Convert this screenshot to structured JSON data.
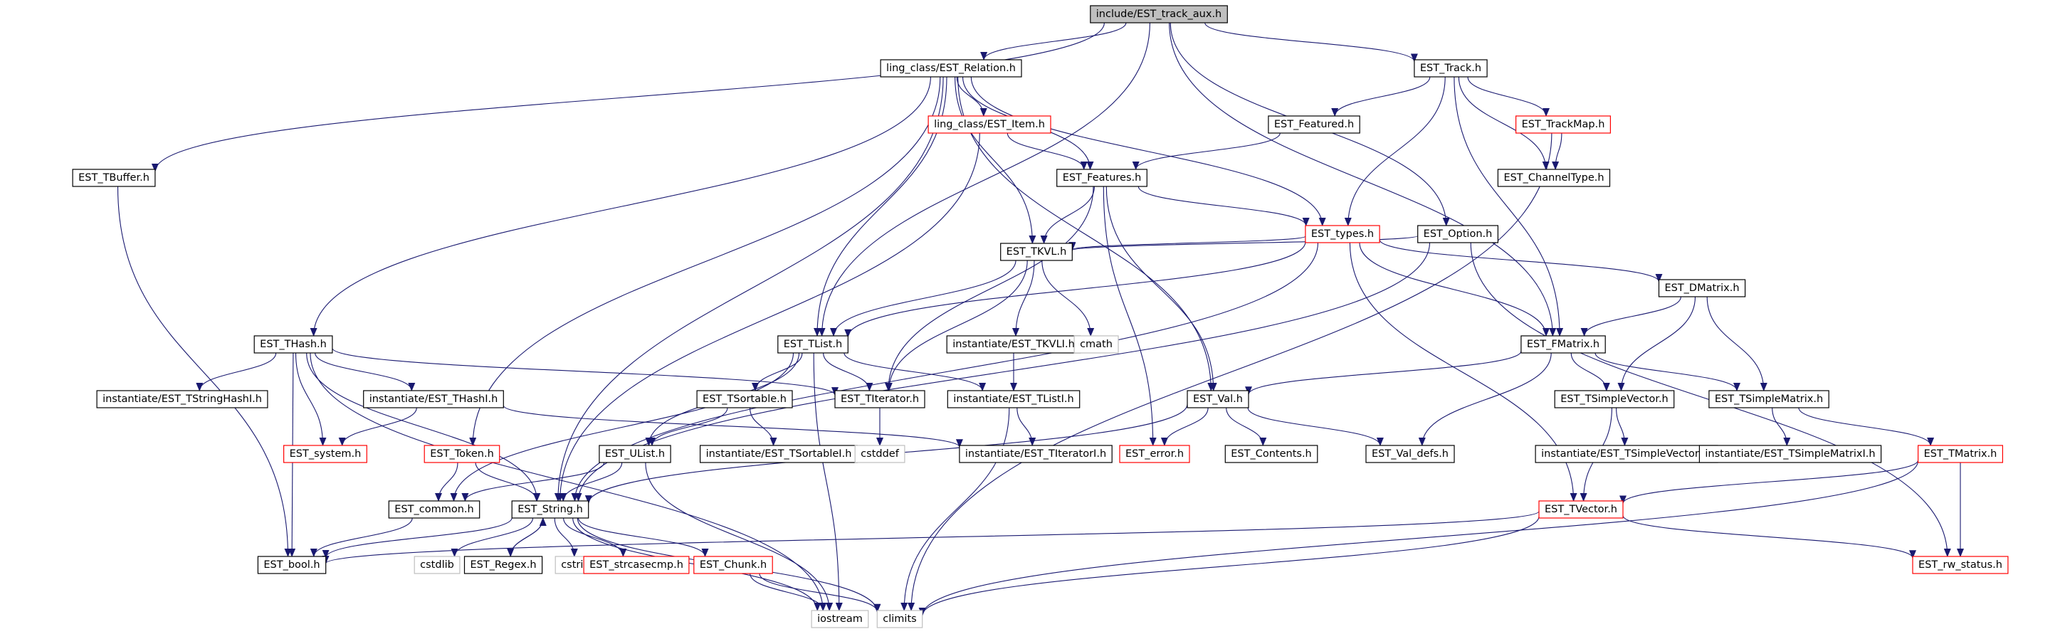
{
  "diagram": {
    "type": "include-dependency-graph",
    "colors": {
      "edge": "#191970",
      "border_documented": "#000000",
      "border_truncated": "#ff0000",
      "border_external": "#bfbfbf",
      "fill_root": "#bfbfbf",
      "fill_node": "#ffffff",
      "text_external": "#7f7f7f"
    },
    "nodes": [
      {
        "id": "root",
        "label": "include/EST_track_aux.h",
        "style": "root"
      },
      {
        "id": "relation",
        "label": "ling_class/EST_Relation.h",
        "style": "normal"
      },
      {
        "id": "track",
        "label": "EST_Track.h",
        "style": "normal"
      },
      {
        "id": "tbuffer",
        "label": "EST_TBuffer.h",
        "style": "normal"
      },
      {
        "id": "item",
        "label": "ling_class/EST_Item.h",
        "style": "red"
      },
      {
        "id": "featured",
        "label": "EST_Featured.h",
        "style": "normal"
      },
      {
        "id": "trackmap",
        "label": "EST_TrackMap.h",
        "style": "red"
      },
      {
        "id": "channeltype",
        "label": "EST_ChannelType.h",
        "style": "normal"
      },
      {
        "id": "features",
        "label": "EST_Features.h",
        "style": "normal"
      },
      {
        "id": "types",
        "label": "EST_types.h",
        "style": "red"
      },
      {
        "id": "option",
        "label": "EST_Option.h",
        "style": "normal"
      },
      {
        "id": "tkvl",
        "label": "EST_TKVL.h",
        "style": "normal"
      },
      {
        "id": "dmatrix",
        "label": "EST_DMatrix.h",
        "style": "normal"
      },
      {
        "id": "thash",
        "label": "EST_THash.h",
        "style": "normal"
      },
      {
        "id": "tlist",
        "label": "EST_TList.h",
        "style": "normal"
      },
      {
        "id": "tkvli",
        "label": "instantiate/EST_TKVLI.h",
        "style": "normal"
      },
      {
        "id": "cmath",
        "label": "cmath",
        "style": "gray"
      },
      {
        "id": "fmatrix",
        "label": "EST_FMatrix.h",
        "style": "normal"
      },
      {
        "id": "tstringhashi",
        "label": "instantiate/EST_TStringHashI.h",
        "style": "normal"
      },
      {
        "id": "thashi",
        "label": "instantiate/EST_THashI.h",
        "style": "normal"
      },
      {
        "id": "tsortable",
        "label": "EST_TSortable.h",
        "style": "normal"
      },
      {
        "id": "titerator",
        "label": "EST_TIterator.h",
        "style": "normal"
      },
      {
        "id": "tlisti",
        "label": "instantiate/EST_TListI.h",
        "style": "normal"
      },
      {
        "id": "val",
        "label": "EST_Val.h",
        "style": "normal"
      },
      {
        "id": "tsimplevector",
        "label": "EST_TSimpleVector.h",
        "style": "normal"
      },
      {
        "id": "tsimplematrix",
        "label": "EST_TSimpleMatrix.h",
        "style": "normal"
      },
      {
        "id": "system",
        "label": "EST_system.h",
        "style": "red"
      },
      {
        "id": "token",
        "label": "EST_Token.h",
        "style": "red"
      },
      {
        "id": "ulist",
        "label": "EST_UList.h",
        "style": "normal"
      },
      {
        "id": "tsortablei",
        "label": "instantiate/EST_TSortableI.h",
        "style": "normal"
      },
      {
        "id": "cstddef",
        "label": "cstddef",
        "style": "gray"
      },
      {
        "id": "titeratori",
        "label": "instantiate/EST_TIteratorI.h",
        "style": "normal"
      },
      {
        "id": "error",
        "label": "EST_error.h",
        "style": "red"
      },
      {
        "id": "contents",
        "label": "EST_Contents.h",
        "style": "normal"
      },
      {
        "id": "valdefs",
        "label": "EST_Val_defs.h",
        "style": "normal"
      },
      {
        "id": "tsimplevectori",
        "label": "instantiate/EST_TSimpleVectorI.h",
        "style": "normal"
      },
      {
        "id": "tsimplematrixi",
        "label": "instantiate/EST_TSimpleMatrixI.h",
        "style": "normal"
      },
      {
        "id": "tmatrix",
        "label": "EST_TMatrix.h",
        "style": "red"
      },
      {
        "id": "common",
        "label": "EST_common.h",
        "style": "normal"
      },
      {
        "id": "string",
        "label": "EST_String.h",
        "style": "normal"
      },
      {
        "id": "tvector",
        "label": "EST_TVector.h",
        "style": "red"
      },
      {
        "id": "bool",
        "label": "EST_bool.h",
        "style": "normal"
      },
      {
        "id": "cstdlib",
        "label": "cstdlib",
        "style": "gray"
      },
      {
        "id": "regex",
        "label": "EST_Regex.h",
        "style": "normal"
      },
      {
        "id": "cstring",
        "label": "cstring",
        "style": "gray"
      },
      {
        "id": "strcasecmp",
        "label": "EST_strcasecmp.h",
        "style": "red"
      },
      {
        "id": "chunk",
        "label": "EST_Chunk.h",
        "style": "red"
      },
      {
        "id": "rwstatus",
        "label": "EST_rw_status.h",
        "style": "red"
      },
      {
        "id": "iostream",
        "label": "iostream",
        "style": "gray"
      },
      {
        "id": "climits",
        "label": "climits",
        "style": "gray"
      }
    ],
    "edges": [
      [
        "root",
        "relation"
      ],
      [
        "root",
        "track"
      ],
      [
        "root",
        "tbuffer"
      ],
      [
        "root",
        "tlist"
      ],
      [
        "root",
        "option"
      ],
      [
        "root",
        "fmatrix"
      ],
      [
        "relation",
        "thash"
      ],
      [
        "relation",
        "token"
      ],
      [
        "relation",
        "string"
      ],
      [
        "relation",
        "tlist"
      ],
      [
        "relation",
        "tkvl"
      ],
      [
        "relation",
        "item"
      ],
      [
        "relation",
        "features"
      ],
      [
        "relation",
        "val"
      ],
      [
        "relation",
        "types"
      ],
      [
        "track",
        "featured"
      ],
      [
        "track",
        "types"
      ],
      [
        "track",
        "channeltype"
      ],
      [
        "track",
        "trackmap"
      ],
      [
        "track",
        "fmatrix"
      ],
      [
        "tbuffer",
        "bool"
      ],
      [
        "item",
        "features"
      ],
      [
        "item",
        "string"
      ],
      [
        "featured",
        "features"
      ],
      [
        "trackmap",
        "channeltype"
      ],
      [
        "trackmap",
        "climits"
      ],
      [
        "features",
        "types"
      ],
      [
        "features",
        "tkvl"
      ],
      [
        "features",
        "titerator"
      ],
      [
        "features",
        "error"
      ],
      [
        "features",
        "val"
      ],
      [
        "types",
        "tkvl"
      ],
      [
        "types",
        "tlist"
      ],
      [
        "types",
        "dmatrix"
      ],
      [
        "types",
        "fmatrix"
      ],
      [
        "types",
        "string"
      ],
      [
        "types",
        "tvector"
      ],
      [
        "option",
        "tkvl"
      ],
      [
        "option",
        "string"
      ],
      [
        "option",
        "rwstatus"
      ],
      [
        "tkvl",
        "tlist"
      ],
      [
        "tkvl",
        "tkvli"
      ],
      [
        "tkvl",
        "cmath"
      ],
      [
        "tkvl",
        "titerator"
      ],
      [
        "dmatrix",
        "fmatrix"
      ],
      [
        "dmatrix",
        "tsimplevector"
      ],
      [
        "dmatrix",
        "tsimplematrix"
      ],
      [
        "thash",
        "tstringhashi"
      ],
      [
        "thash",
        "thashi"
      ],
      [
        "thash",
        "system"
      ],
      [
        "thash",
        "string"
      ],
      [
        "thash",
        "bool"
      ],
      [
        "thash",
        "iostream"
      ],
      [
        "thash",
        "titerator"
      ],
      [
        "tlist",
        "tsortable"
      ],
      [
        "tlist",
        "titerator"
      ],
      [
        "tlist",
        "tlisti"
      ],
      [
        "tlist",
        "ulist"
      ],
      [
        "tlist",
        "common"
      ],
      [
        "tlist",
        "iostream"
      ],
      [
        "tkvli",
        "tlisti"
      ],
      [
        "fmatrix",
        "val"
      ],
      [
        "fmatrix",
        "tsimplevector"
      ],
      [
        "fmatrix",
        "tsimplematrix"
      ],
      [
        "fmatrix",
        "valdefs"
      ],
      [
        "thashi",
        "system"
      ],
      [
        "thashi",
        "titeratori"
      ],
      [
        "tsortable",
        "ulist"
      ],
      [
        "tsortable",
        "tsortablei"
      ],
      [
        "titerator",
        "cstddef"
      ],
      [
        "tlisti",
        "titeratori"
      ],
      [
        "tlisti",
        "climits"
      ],
      [
        "val",
        "error"
      ],
      [
        "val",
        "contents"
      ],
      [
        "val",
        "valdefs"
      ],
      [
        "val",
        "string"
      ],
      [
        "tsimplevector",
        "tsimplevectori"
      ],
      [
        "tsimplevector",
        "tvector"
      ],
      [
        "tsimplematrix",
        "tsimplematrixi"
      ],
      [
        "tsimplematrix",
        "tmatrix"
      ],
      [
        "token",
        "common"
      ],
      [
        "token",
        "string"
      ],
      [
        "ulist",
        "common"
      ],
      [
        "ulist",
        "string"
      ],
      [
        "ulist",
        "iostream"
      ],
      [
        "tmatrix",
        "tvector"
      ],
      [
        "tmatrix",
        "rwstatus"
      ],
      [
        "tmatrix",
        "climits"
      ],
      [
        "common",
        "bool"
      ],
      [
        "string",
        "bool"
      ],
      [
        "string",
        "cstdlib"
      ],
      [
        "string",
        "regex"
      ],
      [
        "string",
        "cstring"
      ],
      [
        "string",
        "strcasecmp"
      ],
      [
        "string",
        "chunk"
      ],
      [
        "string",
        "iostream"
      ],
      [
        "string",
        "climits"
      ],
      [
        "regex",
        "string"
      ],
      [
        "chunk",
        "iostream"
      ],
      [
        "chunk",
        "climits"
      ],
      [
        "tvector",
        "bool"
      ],
      [
        "tvector",
        "rwstatus"
      ],
      [
        "tvector",
        "climits"
      ]
    ]
  }
}
